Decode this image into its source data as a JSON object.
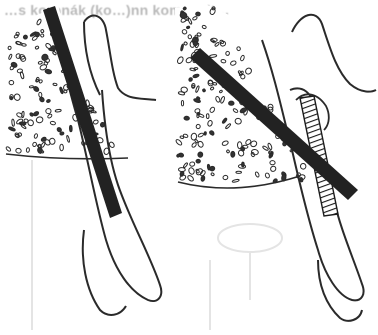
{
  "header_text": "…s koronák (ko…)nn kompozit…",
  "colors": {
    "background": "#ffffff",
    "ink": "#1a1a1a",
    "stick": "#222222",
    "bone_outline": "#2a2a2a",
    "ghost": "#dedede"
  },
  "panels": [
    {
      "name": "left-panel",
      "elements": [
        "bone-stipple",
        "root-outline",
        "neighbour-outline",
        "reference-rod"
      ]
    },
    {
      "name": "right-panel",
      "elements": [
        "bone-stipple",
        "root-outline",
        "neighbour-outline",
        "hatched-post",
        "reference-rod"
      ]
    }
  ]
}
